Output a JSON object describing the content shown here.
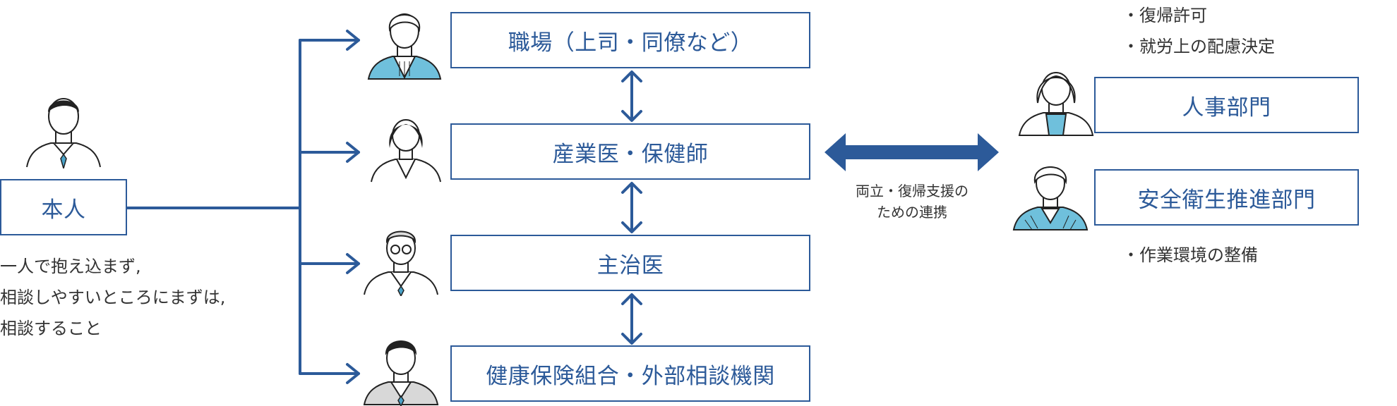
{
  "colors": {
    "accent": "#2c5a99",
    "text": "#333333",
    "tie": "#4aa3c9",
    "figure": "#222222"
  },
  "self": {
    "label": "本人",
    "note_lines": [
      "一人で抱え込まず,",
      "相談しやすいところにまずは,",
      "相談すること"
    ]
  },
  "consult": {
    "workplace": "職場（上司・同僚など）",
    "occupational": "産業医・保健師",
    "physician": "主治医",
    "external": "健康保険組合・外部相談機関"
  },
  "link": {
    "line1": "両立・復帰支援の",
    "line2": "ための連携"
  },
  "company": {
    "hr_label": "人事部門",
    "hr_notes": [
      "・復帰許可",
      "・就労上の配慮決定"
    ],
    "safety_label": "安全衛生推進部門",
    "safety_notes": [
      "・作業環境の整備"
    ]
  }
}
